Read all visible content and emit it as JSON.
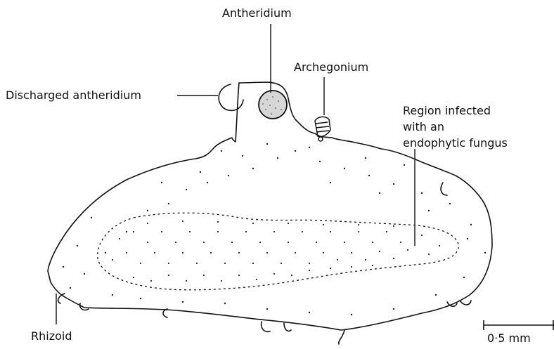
{
  "labels": {
    "antheridium": "Antheridium",
    "archegonium": "Archegonium",
    "discharged_antheridium": "Discharged antheridium",
    "region_infected": [
      "Region infected",
      "with an",
      "endophytic fungus"
    ],
    "rhizoid": "Rhizoid"
  },
  "scale_bar": {
    "label": "0·5 mm"
  },
  "colors": {
    "ink": "#111111",
    "background": "#ffffff"
  }
}
